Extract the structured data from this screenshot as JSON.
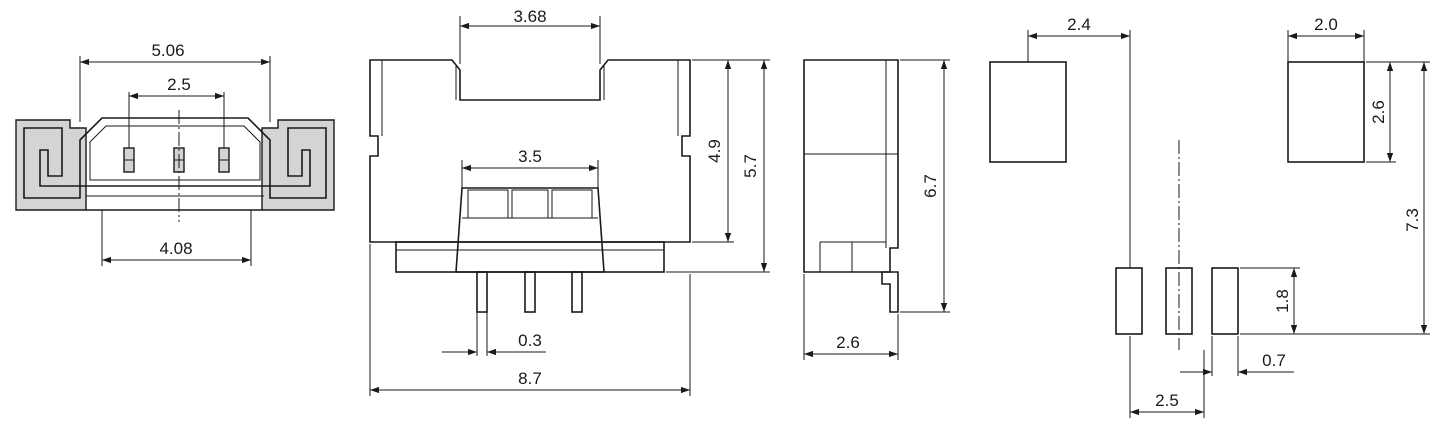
{
  "dimensions": {
    "front_overall_width": "5.06",
    "front_pin_pitch": "2.5",
    "front_bottom_width": "4.08",
    "top_slot_width": "3.68",
    "top_housing_height": "4.9",
    "top_total_height": "5.7",
    "top_pin_span": "3.5",
    "top_pin_width": "0.3",
    "top_overall_width": "8.7",
    "side_height": "6.7",
    "side_depth": "2.6",
    "pad_offset": "2.4",
    "pad_width": "2.0",
    "pad_height": "2.6",
    "pad_total_height": "7.3",
    "small_pad_height": "1.8",
    "small_pad_width": "0.7",
    "small_pad_pitch": "2.5"
  },
  "colors": {
    "line": "#1a1a1a",
    "fill": "#d4d4d4",
    "background": "#ffffff"
  }
}
